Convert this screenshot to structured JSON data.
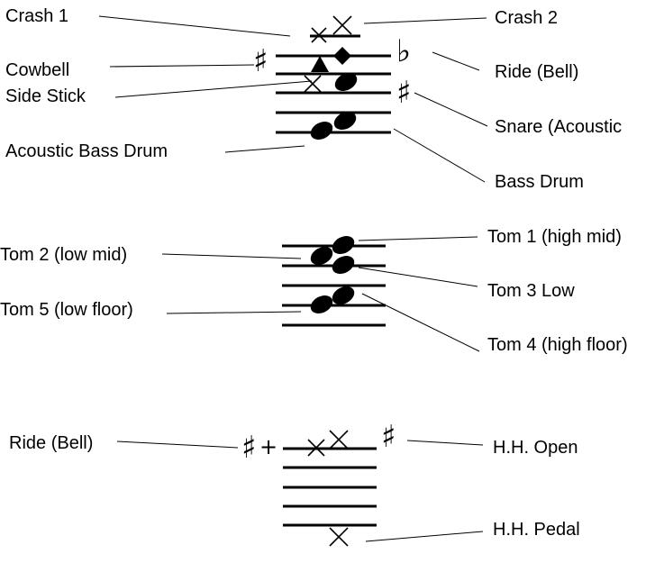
{
  "section1": {
    "labels": {
      "crash1": "Crash 1",
      "crash2": "Crash 2",
      "cowbell": "Cowbell",
      "ride_bell": "Ride (Bell)",
      "side_stick": "Side Stick",
      "snare": "Snare (Acoustic",
      "acoustic_bass_drum": "Acoustic Bass Drum",
      "bass_drum": "Bass Drum"
    }
  },
  "section2": {
    "labels": {
      "tom1": "Tom 1 (high mid)",
      "tom2": "Tom 2 (low mid)",
      "tom3": "Tom 3 Low",
      "tom5": "Tom 5 (low floor)",
      "tom4": "Tom 4 (high floor)"
    }
  },
  "section3": {
    "labels": {
      "ride_bell": "Ride (Bell)",
      "hh_open": "H.H. Open",
      "hh_pedal": "H.H. Pedal"
    }
  },
  "symbols": {
    "sharp": "♯",
    "flat": "♭",
    "plus": "+"
  }
}
